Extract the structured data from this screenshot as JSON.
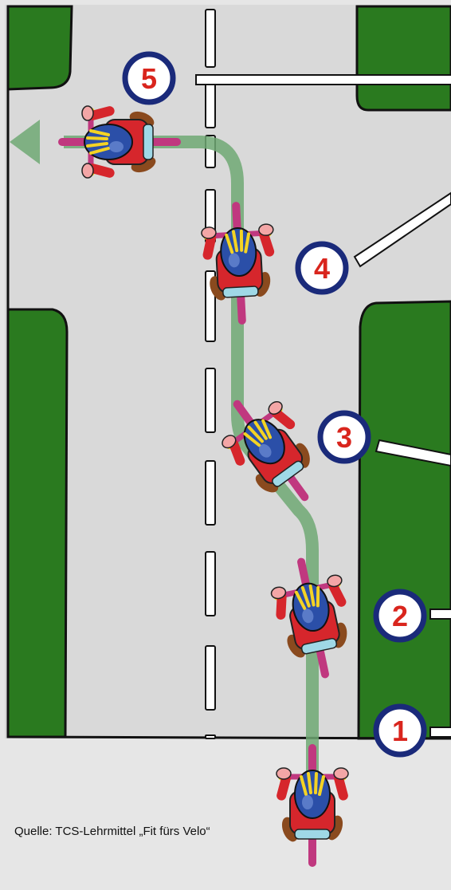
{
  "caption": "Quelle: TCS-Lehrmittel „Fit fürs Velo“",
  "steps": [
    {
      "number": "1"
    },
    {
      "number": "2"
    },
    {
      "number": "3"
    },
    {
      "number": "4"
    },
    {
      "number": "5"
    }
  ],
  "colors": {
    "road": "#d9d9d9",
    "grass": "#2a7a1f",
    "page_background": "#e6e6e6",
    "path": "#6fa873",
    "badge_ring": "#1a2a7a",
    "badge_number": "#d9251d",
    "rider_shirt": "#d6262c",
    "rider_helmet": "#2b4fa8",
    "bike": "#c0387f"
  }
}
